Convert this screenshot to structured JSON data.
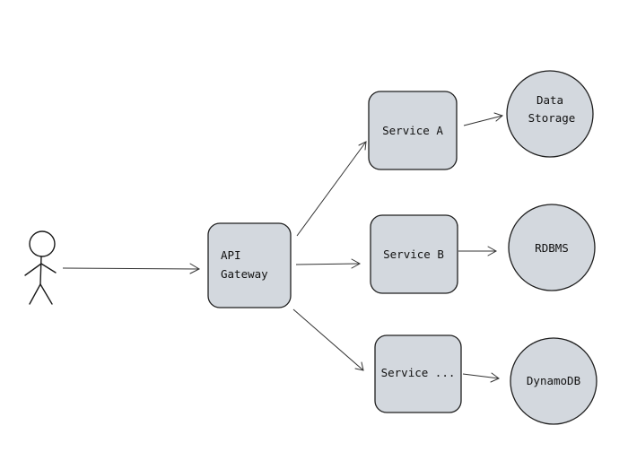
{
  "colors": {
    "node_fill": "#d3d8de",
    "stroke": "#1f1f1f"
  },
  "nodes": {
    "api_gateway": {
      "line1": "API",
      "line2": "Gateway"
    },
    "service_a": {
      "label": "Service A"
    },
    "service_b": {
      "label": "Service B"
    },
    "service_c": {
      "label": "Service ..."
    },
    "data_storage": {
      "line1": "Data",
      "line2": "Storage"
    },
    "rdbms": {
      "label": "RDBMS"
    },
    "dynamodb": {
      "label": "DynamoDB"
    }
  },
  "icons": {
    "user": "stick-figure-user-icon"
  }
}
